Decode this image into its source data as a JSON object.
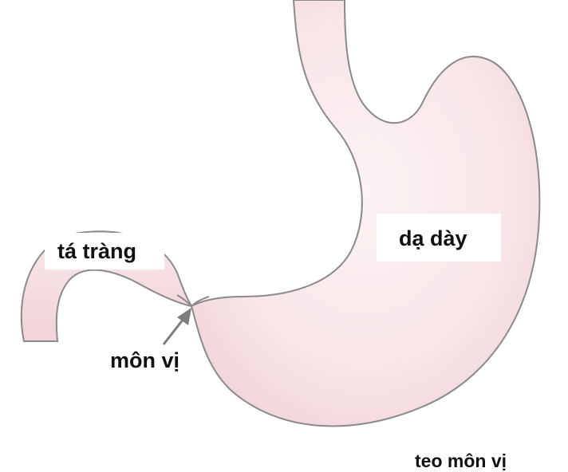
{
  "labels": {
    "duodenum": "tá tràng",
    "stomach": "dạ dày",
    "pylorus": "môn vị",
    "caption": "teo môn vị"
  },
  "colors": {
    "organ_fill": "#f7e3e6",
    "organ_highlight": "#fdf3f4",
    "outline": "#8a8a8a",
    "arrow": "#7d7d7d",
    "text": "#111111"
  }
}
